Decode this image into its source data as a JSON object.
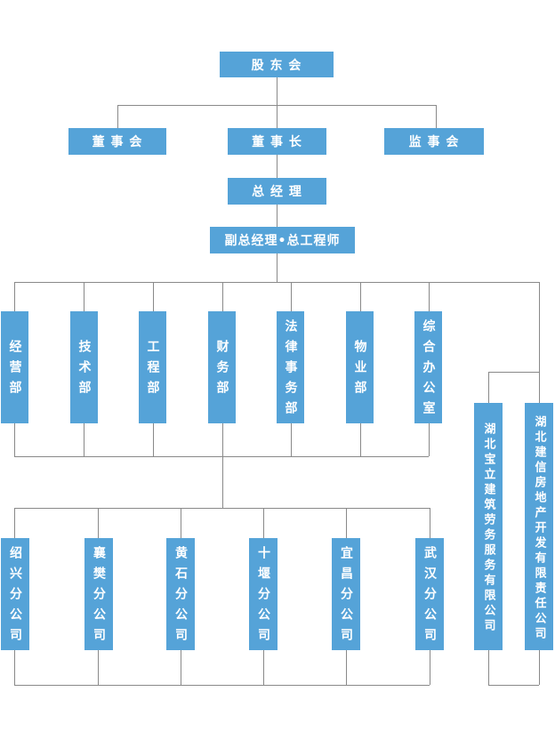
{
  "org": {
    "shareholders": {
      "label": "股 东 会"
    },
    "row2": [
      {
        "label": "董 事 会"
      },
      {
        "label": "董 事 长"
      },
      {
        "label": "监 事 会"
      }
    ],
    "general_manager": {
      "label": "总 经 理"
    },
    "deputy": {
      "label": "副总经理•总工程师"
    },
    "departments": [
      {
        "label": "经营部"
      },
      {
        "label": "技术部"
      },
      {
        "label": "工程部"
      },
      {
        "label": "财务部"
      },
      {
        "label": "法律事务部"
      },
      {
        "label": "物业部"
      },
      {
        "label": "综合办公室"
      }
    ],
    "companies": [
      {
        "label": "湖北宝立建筑劳务服务有限公司"
      },
      {
        "label": "湖北建信房地产开发有限责任公司"
      }
    ],
    "branches": [
      {
        "label": "绍兴分公司"
      },
      {
        "label": "襄樊分公司"
      },
      {
        "label": "黄石分公司"
      },
      {
        "label": "十堰分公司"
      },
      {
        "label": "宜昌分公司"
      },
      {
        "label": "武汉分公司"
      }
    ]
  },
  "colors": {
    "node_fill": "#55a3d8",
    "node_text": "#ffffff",
    "line": "#898989"
  }
}
